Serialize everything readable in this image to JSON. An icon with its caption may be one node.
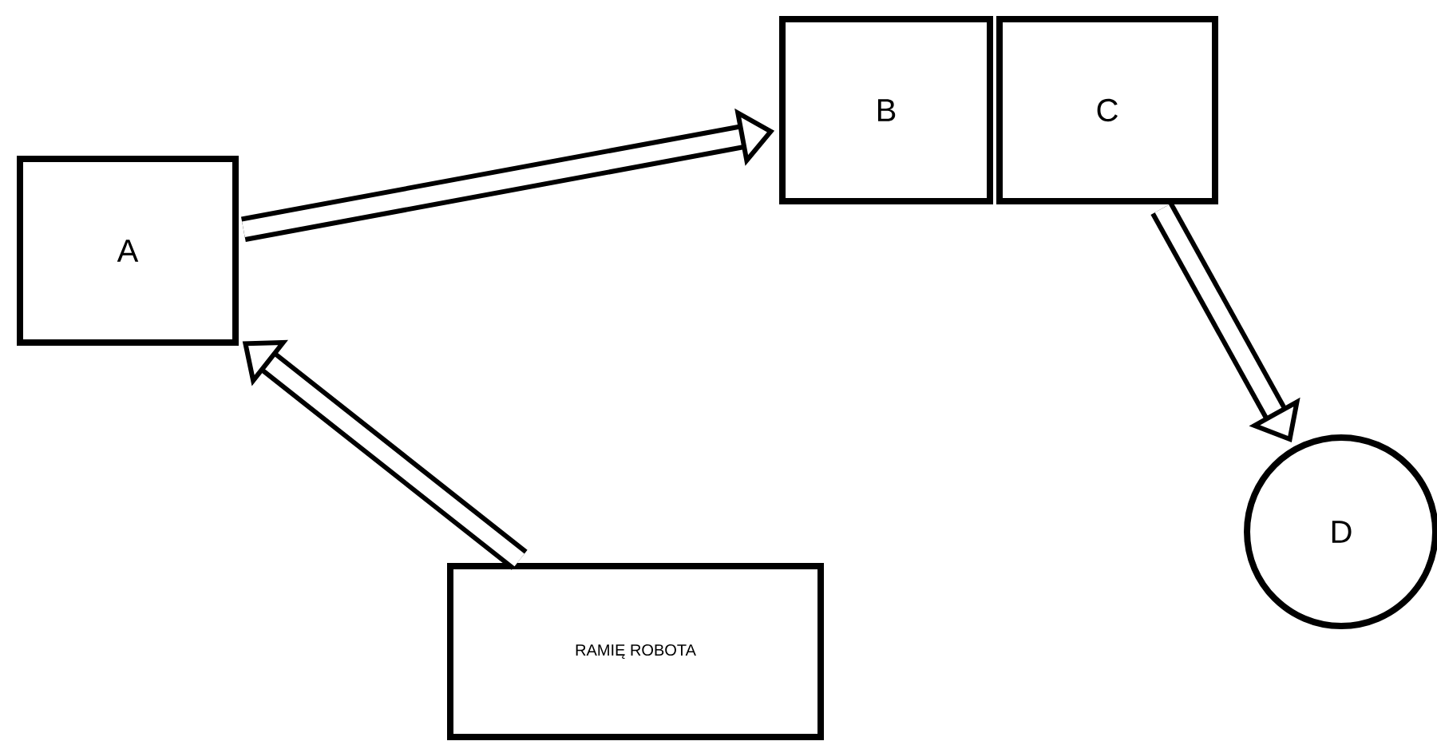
{
  "diagram": {
    "nodes": [
      {
        "text": [
          "A"
        ]
      },
      {
        "text": [
          "B"
        ]
      },
      {
        "text": [
          "C"
        ]
      },
      {
        "text": [
          "D"
        ]
      },
      {
        "text": [
          "RAMIĘ ROBOTA"
        ]
      }
    ],
    "edges": [
      {
        "from": 0,
        "to": 1,
        "arrow": "to"
      },
      {
        "from": 2,
        "to": 3,
        "arrow": "to"
      },
      {
        "from": 4,
        "to": 0,
        "arrow": "to"
      }
    ]
  }
}
